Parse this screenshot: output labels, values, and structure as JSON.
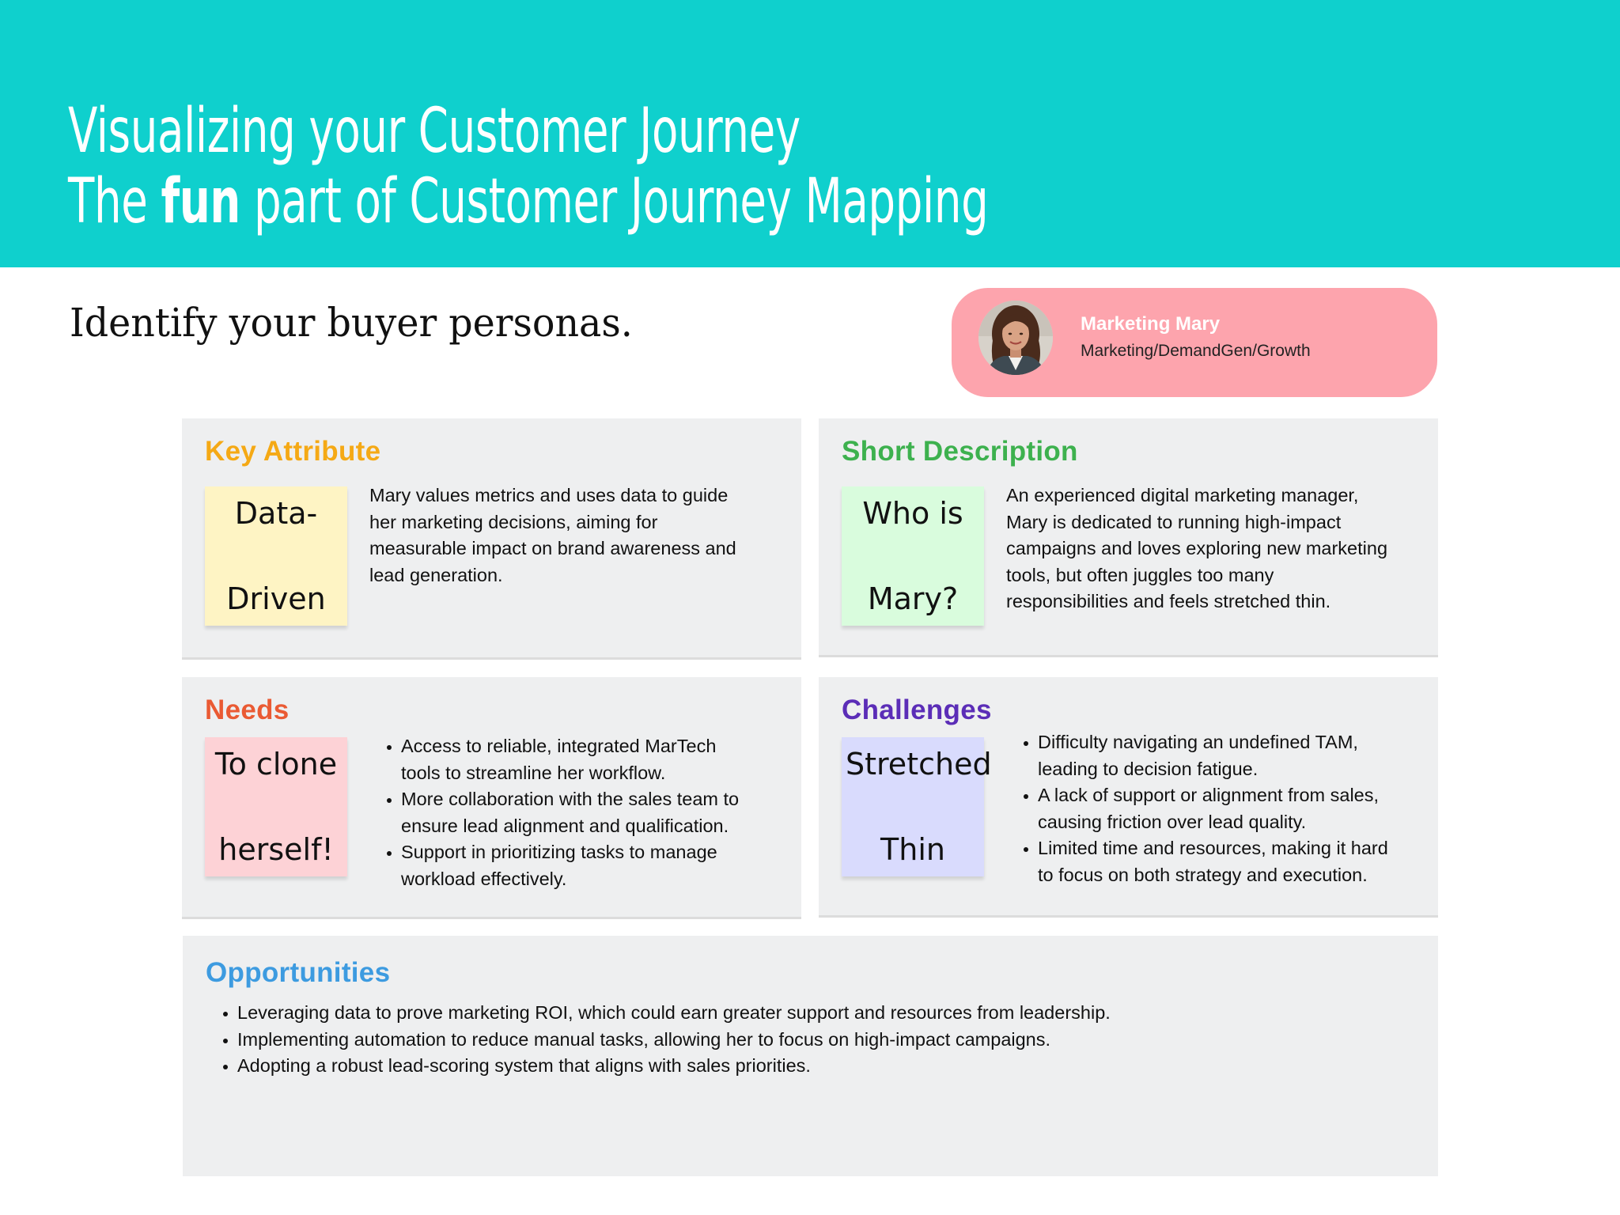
{
  "header": {
    "title_line1": "Visualizing your Customer Journey",
    "title_line2_pre": "The ",
    "title_line2_bold": "fun",
    "title_line2_post": " part of Customer Journey Mapping",
    "background_color": "#0fd0cd"
  },
  "subtitle": "Identify your buyer personas.",
  "persona": {
    "name": "Marketing Mary",
    "role": "Marketing/DemandGen/Growth",
    "avatar_icon": "woman-portrait-photo",
    "card_color": "#fda4ad"
  },
  "key_attribute": {
    "title": "Key Attribute",
    "title_color": "#f5a915",
    "sticky_text": "Data-Driven",
    "sticky_line1": "Data-",
    "sticky_line2": "Driven",
    "sticky_color": "#fef4c4",
    "text_lines": [
      "Mary values metrics and uses data to guide",
      "her marketing decisions, aiming for",
      "measurable impact on brand awareness and",
      "lead generation."
    ]
  },
  "short_description": {
    "title": "Short Description",
    "title_color": "#3db14e",
    "sticky_line1": "Who is",
    "sticky_line2": "Mary?",
    "sticky_color": "#d9fcdd",
    "text_lines": [
      "An experienced digital marketing manager,",
      "Mary is dedicated to running high-impact",
      "campaigns and loves exploring new marketing",
      "tools, but often juggles too many",
      "responsibilities and feels stretched thin."
    ]
  },
  "needs": {
    "title": "Needs",
    "title_color": "#ea5a33",
    "sticky_line1": "To clone",
    "sticky_line2": "herself!",
    "sticky_color": "#fdd2d6",
    "bullets": [
      {
        "line1": "Access to reliable, integrated MarTech",
        "line2": "tools to streamline her workflow."
      },
      {
        "line1": "More collaboration with the sales team to",
        "line2": "ensure lead alignment and qualification."
      },
      {
        "line1": "Support in prioritizing tasks to manage",
        "line2": "workload effectively."
      }
    ]
  },
  "challenges": {
    "title": "Challenges",
    "title_color": "#5b2db7",
    "sticky_line1": "Stretched",
    "sticky_line2": "Thin",
    "sticky_color": "#d9dbfd",
    "bullets": [
      {
        "line1": "Difficulty navigating an undefined TAM,",
        "line2": "leading to decision fatigue."
      },
      {
        "line1": "A lack of support or alignment from sales,",
        "line2": "causing friction over lead quality."
      },
      {
        "line1": "Limited time and resources, making it hard",
        "line2": "to focus on both strategy and execution."
      }
    ]
  },
  "opportunities": {
    "title": "Opportunities",
    "title_color": "#3d9be0",
    "bullets": [
      "Leveraging data to prove marketing ROI, which could earn greater support and resources from leadership.",
      "Implementing automation to reduce manual tasks, allowing her to focus on high-impact campaigns.",
      "Adopting a robust lead-scoring system that aligns with sales priorities."
    ]
  }
}
